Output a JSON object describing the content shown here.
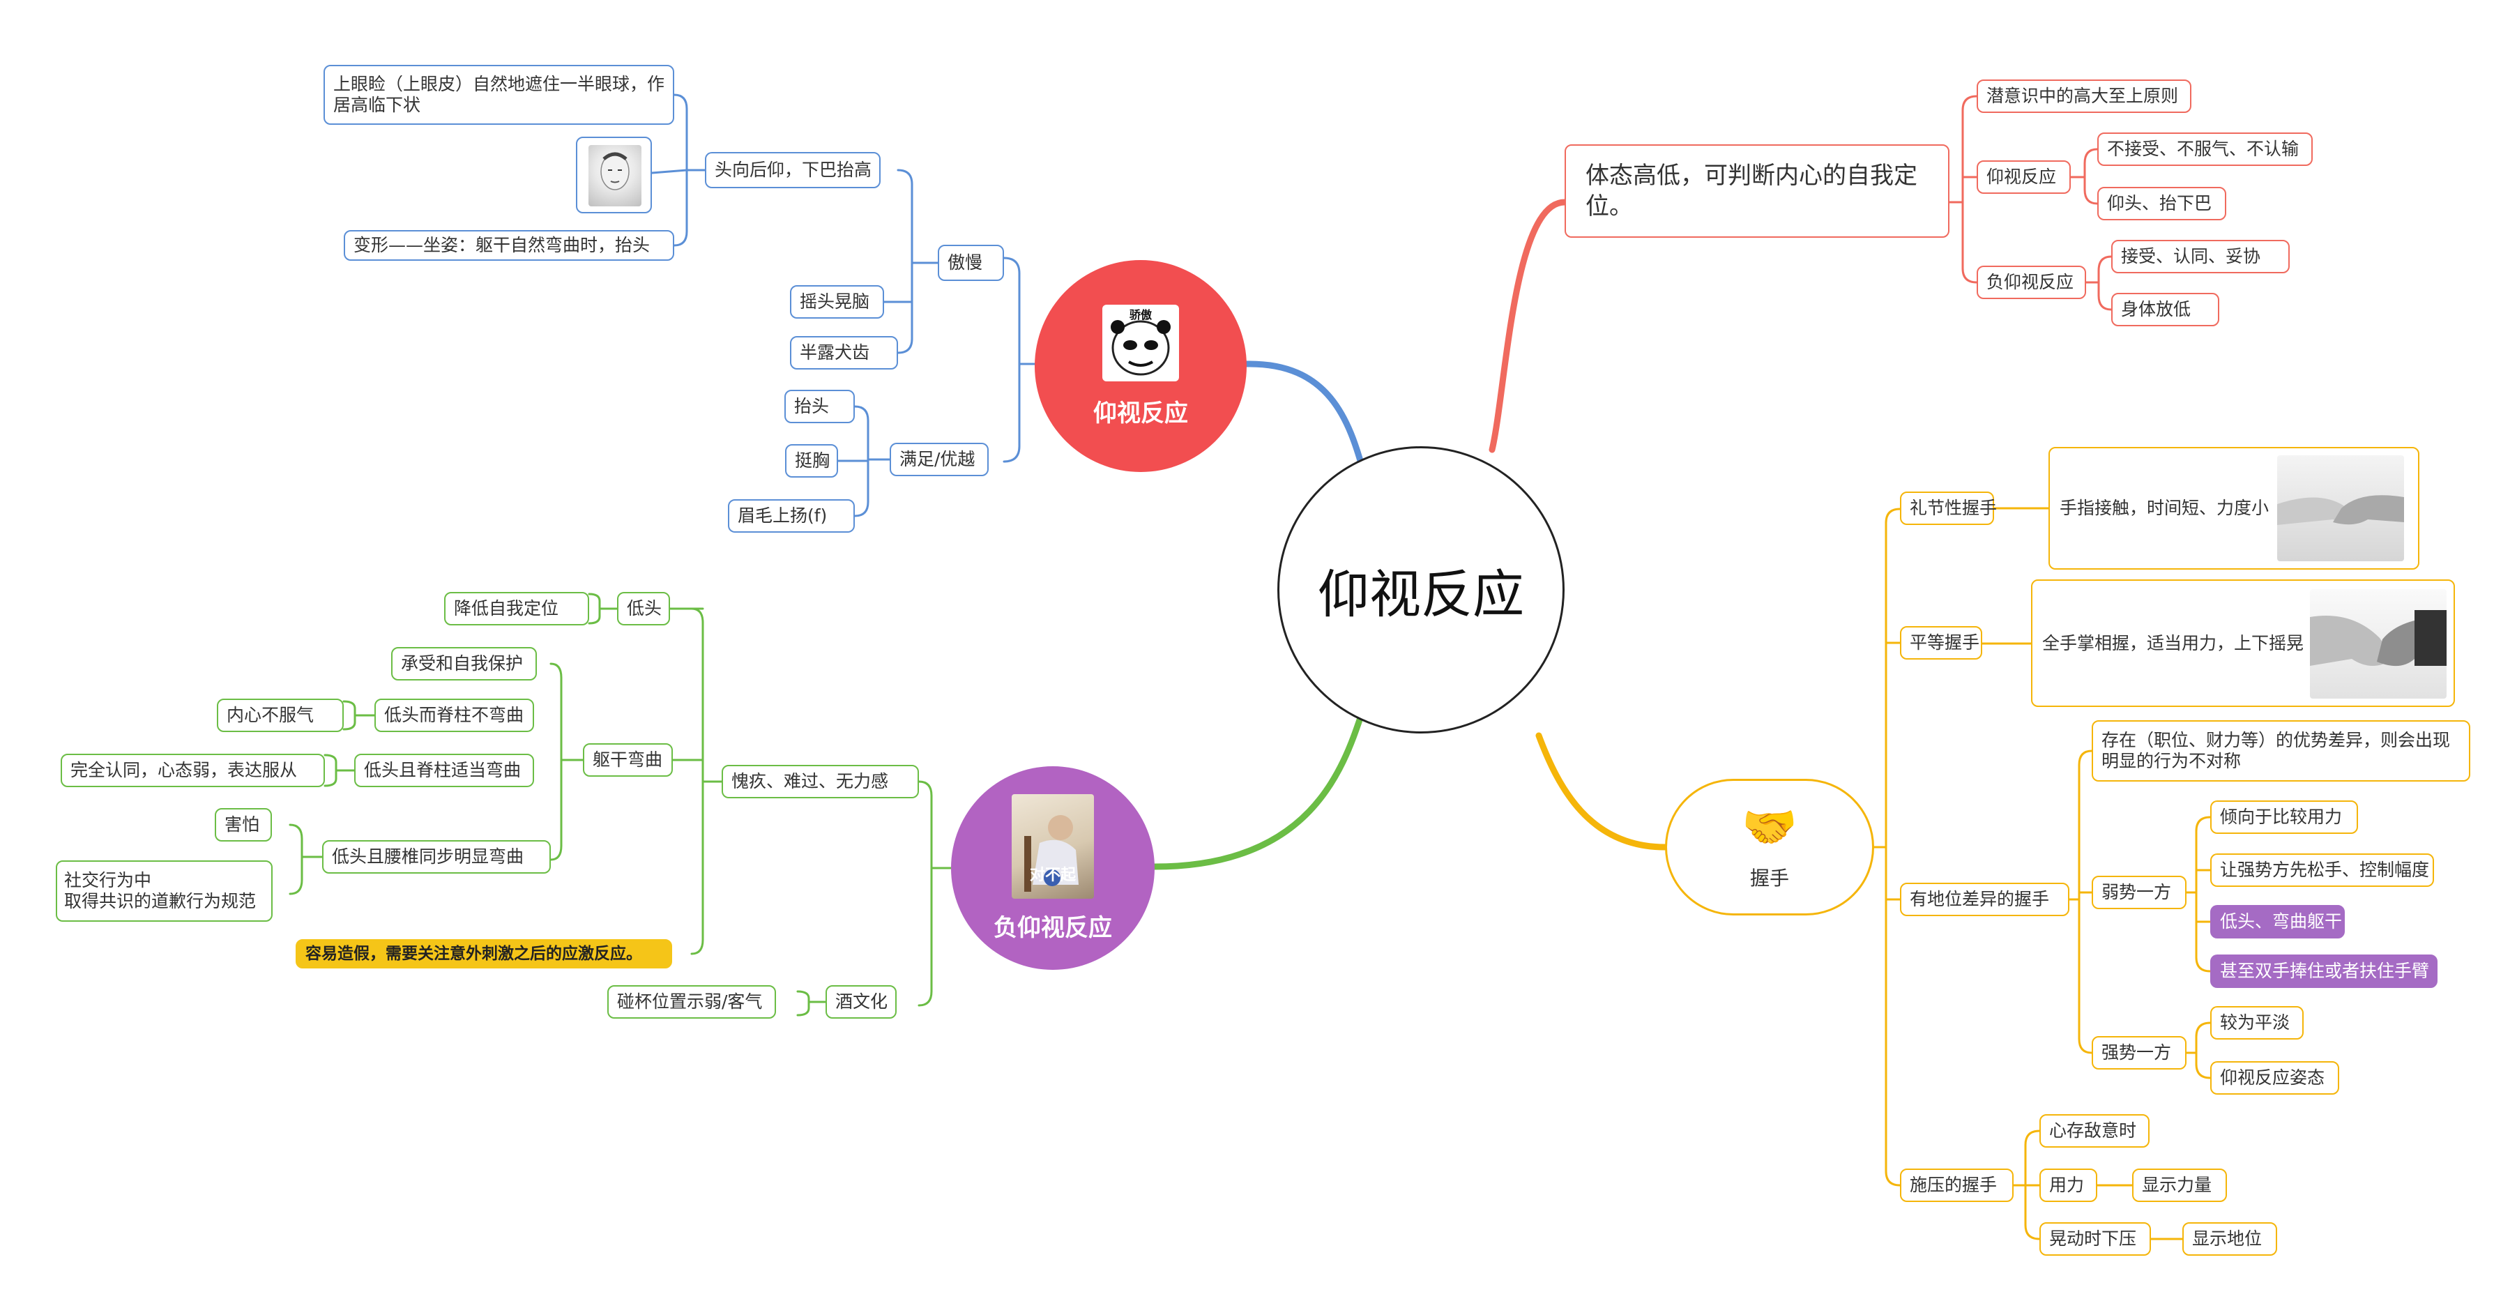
{
  "center": {
    "label": "仰视反应"
  },
  "left_top": {
    "label": "仰视反应",
    "icon": "panda-meme-icon",
    "sticker_text": "骄傲",
    "items": {
      "aoman": "傲慢",
      "toux": "头向后仰，下巴抬高",
      "eyelid": "上眼睑（上眼皮）自然地遮住一半眼球，作居高临下状",
      "sitting": "变形——坐姿：躯干自然弯曲时，抬头",
      "shake": "摇头晃脑",
      "teeth": "半露犬齿",
      "satisfied": "满足/优越",
      "raise_head": "抬头",
      "chest": "挺胸",
      "brow": "眉毛上扬(f)"
    }
  },
  "left_bottom": {
    "label": "负仰视反应",
    "photo_caption": "对不起",
    "items": {
      "guilt": "愧疚、难过、无力感",
      "lowhead": "低头",
      "lower_self": "降低自我定位",
      "torso": "躯干弯曲",
      "accept": "承受和自我保护",
      "spine_straight": "低头而脊柱不弯曲",
      "unconvinced": "内心不服气",
      "spine_bend": "低头且脊柱适当弯曲",
      "submit": "完全认同，心态弱，表达服从",
      "waist_bend": "低头且腰椎同步明显弯曲",
      "fear": "害怕",
      "apology": "社交行为中\n取得共识的道歉行为规范",
      "note": "容易造假，需要关注意外刺激之后的应激反应。",
      "wine": "酒文化",
      "glass": "碰杯位置示弱/客气"
    }
  },
  "right_top": {
    "label": "体态高低，可判断内心的自我定位。",
    "items": {
      "principle": "潜意识中的高大至上原则",
      "yangshi": "仰视反应",
      "not_accept": "不接受、不服气、不认输",
      "raise_chin": "仰头、抬下巴",
      "neg": "负仰视反应",
      "accept2": "接受、认同、妥协",
      "lowered": "身体放低"
    }
  },
  "right_bottom": {
    "label": "握手",
    "icon": "handshake-icon",
    "items": {
      "polite": "礼节性握手",
      "polite_desc": "手指接触，时间短、力度小",
      "equal": "平等握手",
      "equal_desc": "全手掌相握，适当用力，上下摇晃",
      "status": "有地位差异的握手",
      "status_desc": "存在（职位、财力等）的优势差异，则会出现明显的行为不对称",
      "weak": "弱势一方",
      "w1": "倾向于比较用力",
      "w2": "让强势方先松手、控制幅度",
      "w3": "低头、弯曲躯干",
      "w4": "甚至双手捧住或者扶住手臂",
      "strong": "强势一方",
      "s1": "较为平淡",
      "s2": "仰视反应姿态",
      "pressure": "施压的握手",
      "p1": "心存敌意时",
      "p2": "用力",
      "p2a": "显示力量",
      "p3": "晃动时下压",
      "p3a": "显示地位"
    }
  },
  "colors": {
    "blue": "#5b8fd6",
    "red": "#f06a5e",
    "green": "#6bbd45",
    "gold": "#f5b50a",
    "purple": "#a56bc4",
    "yellow": "#f5c518"
  }
}
